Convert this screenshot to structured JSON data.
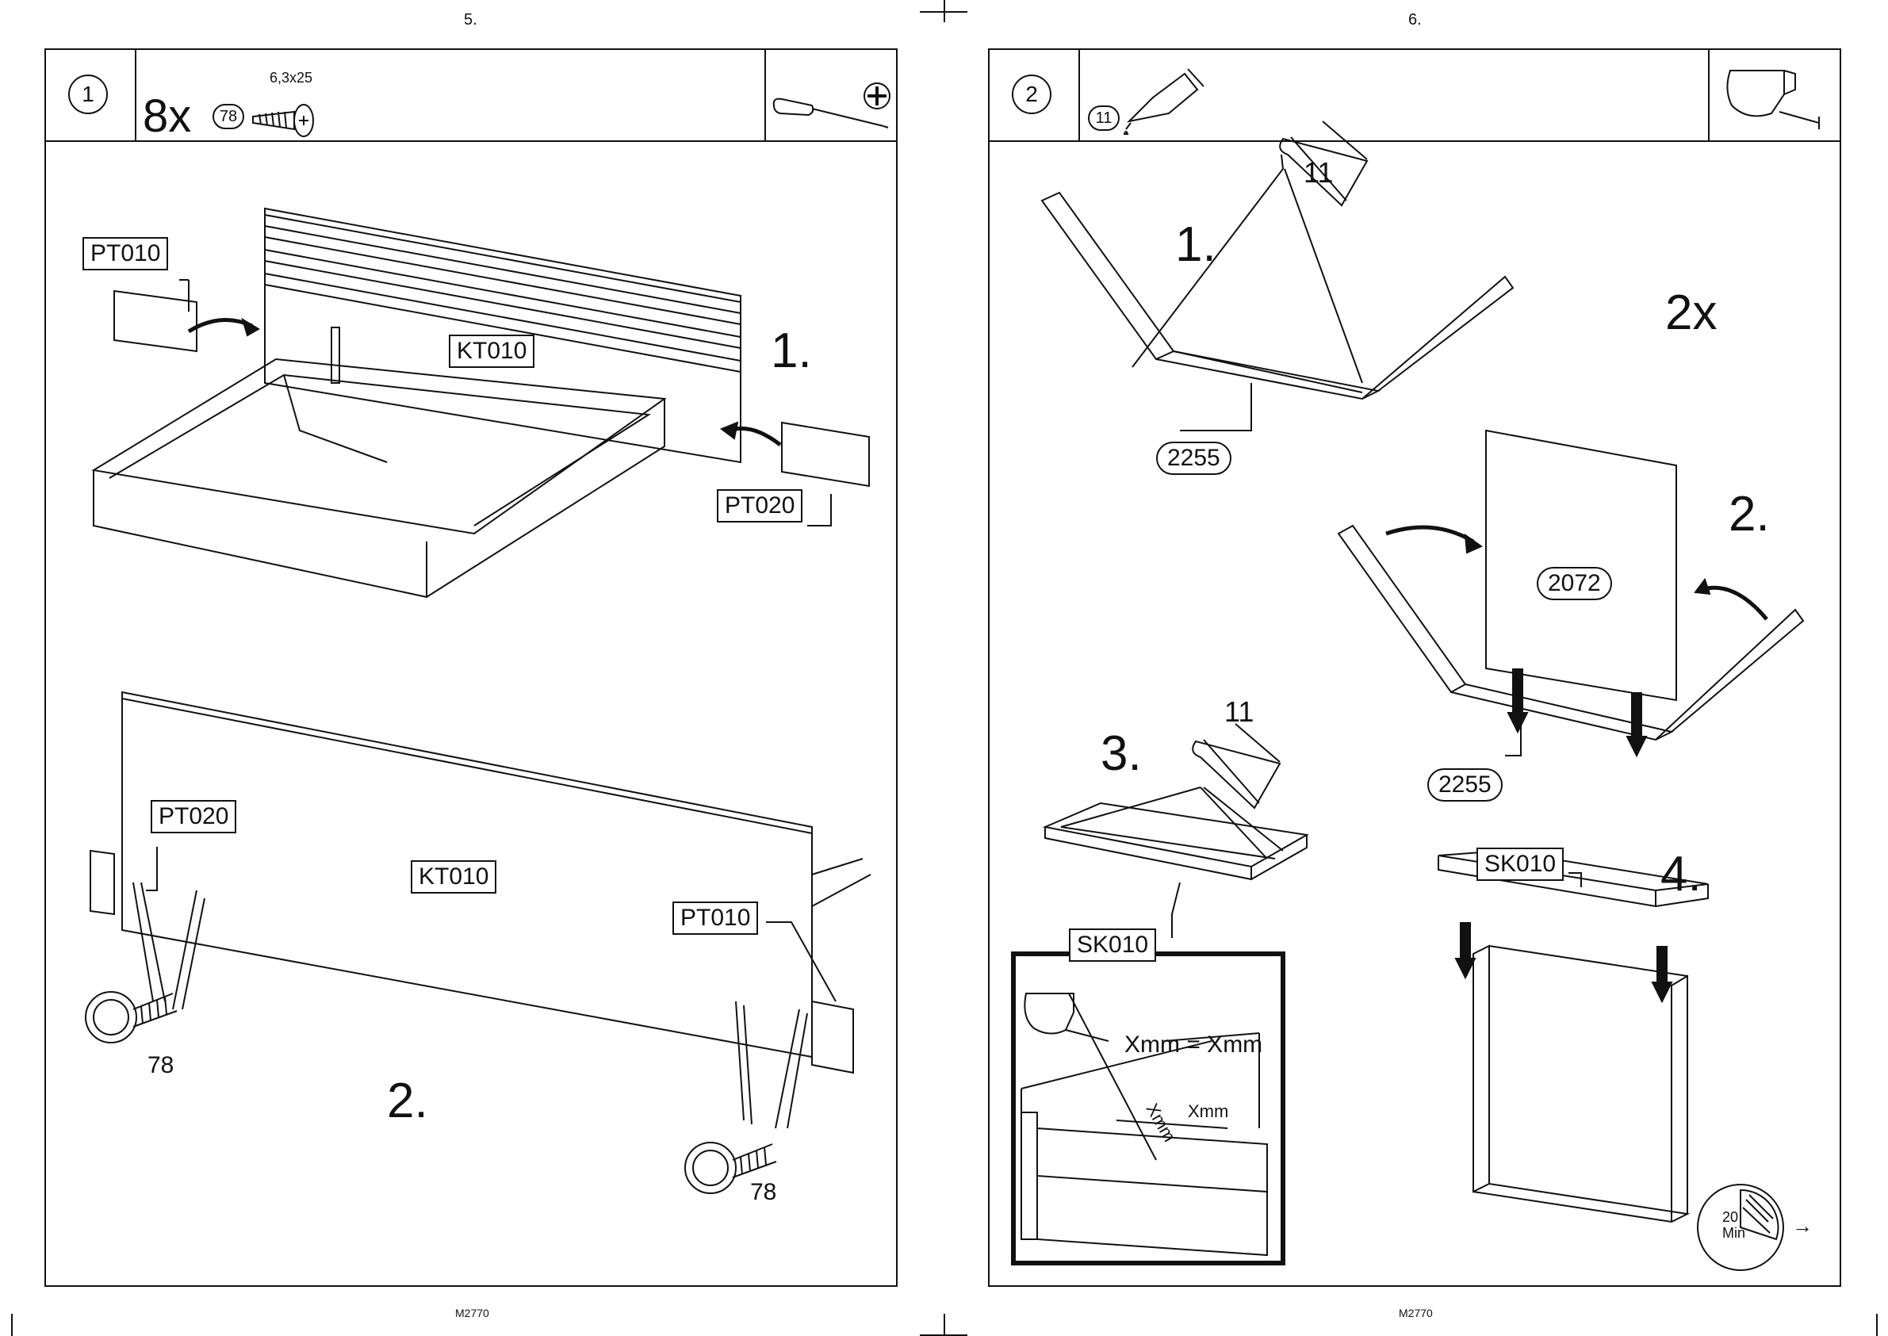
{
  "pages": [
    {
      "page_number": "5.",
      "footer": "M2770",
      "step_number": "1",
      "hardware": {
        "quantity": "8x",
        "part_number": "78",
        "spec": "6,3x25"
      },
      "tool_icon": "screwdriver-phillips-icon",
      "sub_steps": [
        "1.",
        "2."
      ],
      "labels": {
        "pt010": "PT010",
        "pt020": "PT020",
        "kt010": "KT010",
        "screw_ref": "78"
      }
    },
    {
      "page_number": "6.",
      "footer": "M2770",
      "step_number": "2",
      "hardware": {
        "glue_part": "11"
      },
      "tool_icon": "tape-measure-icon",
      "sub_steps": [
        "1.",
        "2.",
        "3.",
        "4."
      ],
      "multiplier": "2x",
      "labels": {
        "glue": "11",
        "part_2255": "2255",
        "part_2072": "2072",
        "sk010": "SK010"
      },
      "inset": {
        "equation": "Xmm = Xmm",
        "dim": "Xmm"
      },
      "timer": {
        "value": "20",
        "unit": "Min"
      }
    }
  ]
}
